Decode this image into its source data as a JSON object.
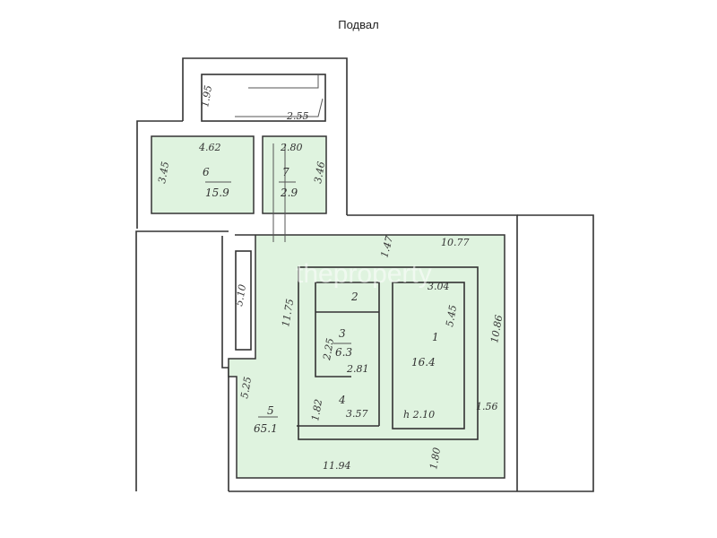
{
  "title": "Подвал",
  "watermark": "theproperty",
  "colors": {
    "room_fill": "#dff3df",
    "wall": "#333333"
  },
  "rooms": [
    {
      "number": "6",
      "area": "15.9"
    },
    {
      "number": "7",
      "area": "2.9"
    },
    {
      "number": "3",
      "area": "6.3"
    },
    {
      "number": "1",
      "area": "16.4"
    },
    {
      "number": "5",
      "area": "65.1"
    },
    {
      "number": "2"
    },
    {
      "number": "4"
    }
  ],
  "dimensions": [
    "1.95",
    "2.55",
    "4.62",
    "3.45",
    "2.80",
    "3.46",
    "1.47",
    "10.77",
    "5.10",
    "11.75",
    "3.04",
    "5.45",
    "10.86",
    "2.25",
    "2.81",
    "5.25",
    "1.82",
    "3.57",
    "h 2.10",
    "1.56",
    "11.94",
    "1.80"
  ]
}
